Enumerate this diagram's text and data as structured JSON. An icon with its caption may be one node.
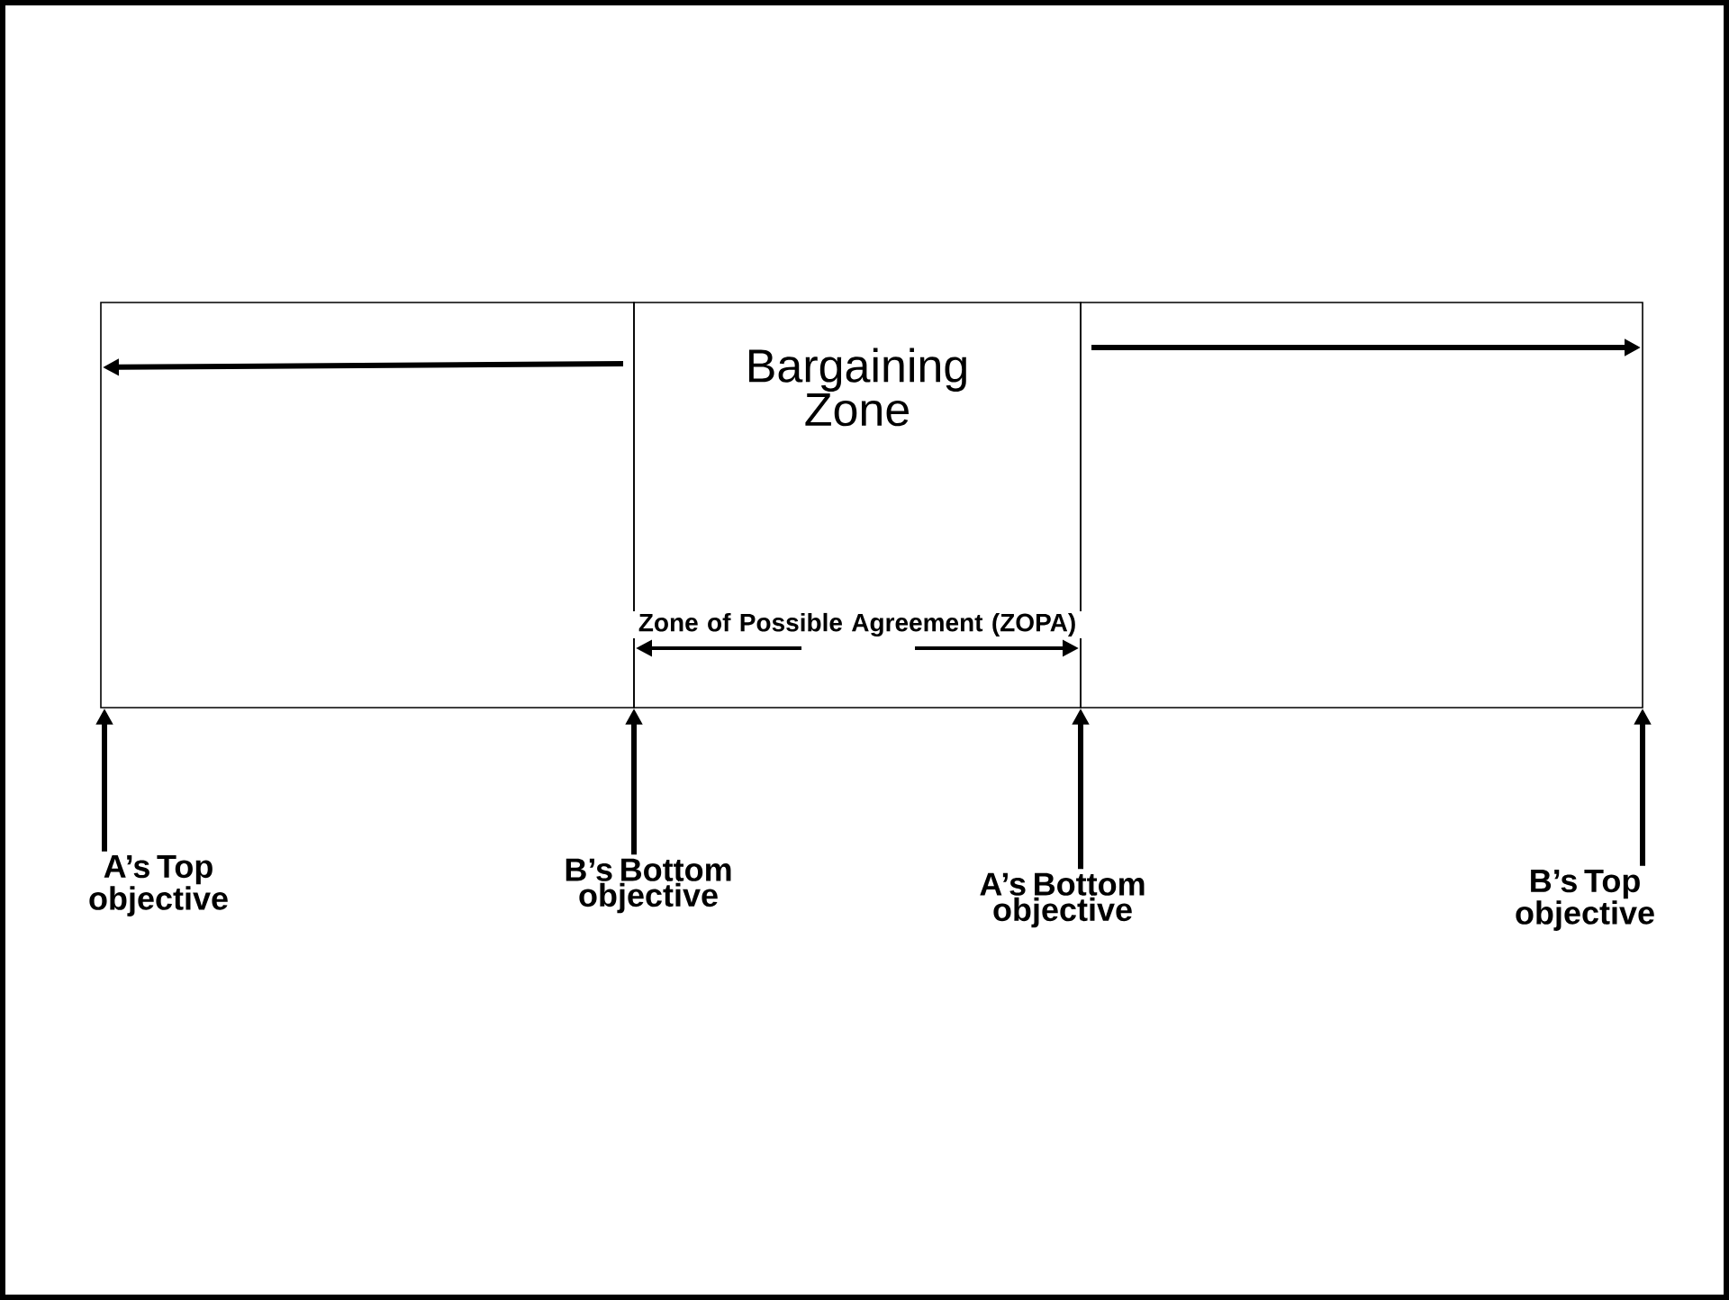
{
  "diagram": {
    "nodes": [
      {
        "text": [],
        "shape": "box"
      },
      {
        "text": [
          "Bargaining Zone"
        ]
      },
      {
        "text": [],
        "shape": "box"
      },
      {
        "text": [
          "A’s Top objective"
        ]
      },
      {
        "text": [
          "B’s Bottom objective"
        ]
      },
      {
        "text": [
          "A’s Bottom objective"
        ]
      },
      {
        "text": [
          "B’s Top objective"
        ]
      }
    ],
    "edges": [
      {
        "from": 3,
        "to": 0,
        "arrow": "to"
      },
      {
        "from": 4,
        "to": 1,
        "arrow": "to"
      },
      {
        "from": 5,
        "to": 1,
        "arrow": "to"
      },
      {
        "from": 6,
        "to": 2,
        "arrow": "to"
      }
    ],
    "labels": [
      "Zone of Possible Agreement (ZOPA)"
    ]
  }
}
